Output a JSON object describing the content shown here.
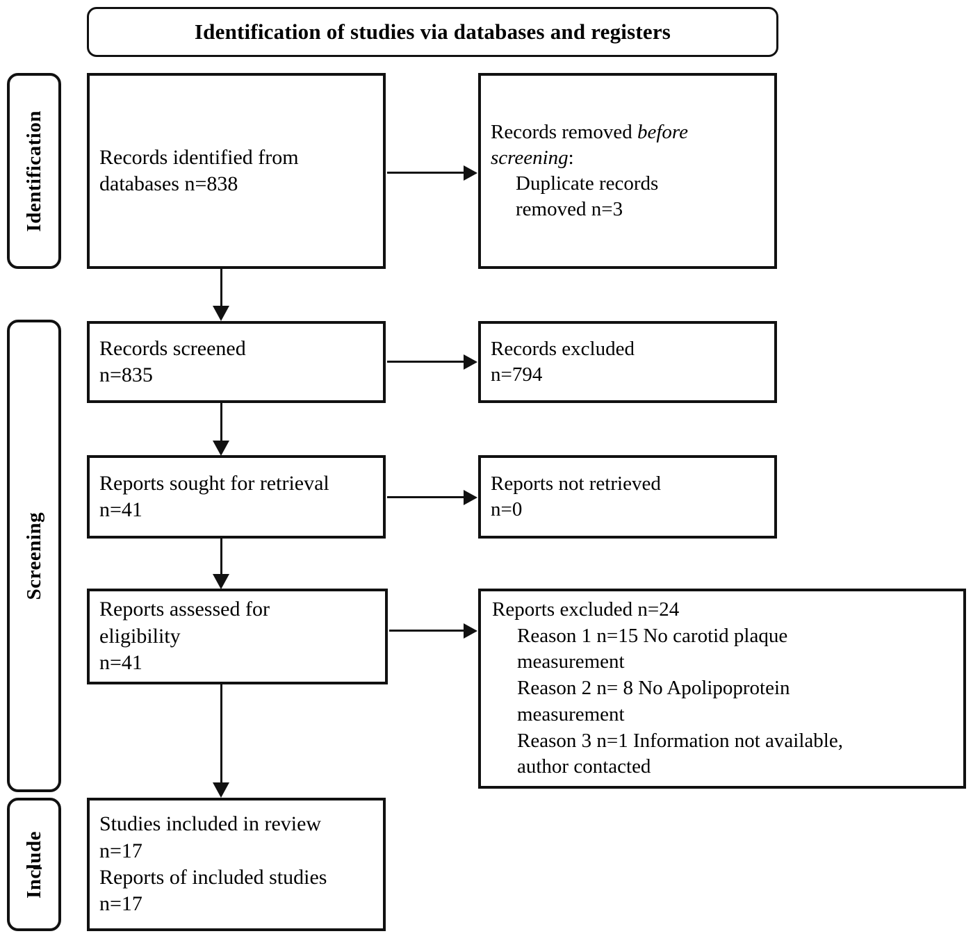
{
  "banner": {
    "title": "Identification of studies via databases and registers"
  },
  "rails": [
    {
      "id": "identification",
      "label": "Identification"
    },
    {
      "id": "screening",
      "label": "Screening"
    },
    {
      "id": "include",
      "label": "Include"
    }
  ],
  "boxes": {
    "identified": {
      "line1": "Records identified from",
      "line2": "databases n=838"
    },
    "removed": {
      "line1_prefix": "Records removed ",
      "line1_italic": "before",
      "line2_italic": "screening",
      "line2_suffix": ":",
      "line3": "Duplicate records",
      "line4": "removed n=3"
    },
    "screened": {
      "line1": "Records screened",
      "line2": "n=835"
    },
    "excluded_records": {
      "line1": "Records excluded",
      "line2": "n=794"
    },
    "sought": {
      "line1": "Reports sought for retrieval",
      "line2": "n=41"
    },
    "not_retrieved": {
      "line1": "Reports not retrieved",
      "line2": "n=0"
    },
    "assessed": {
      "line1": "Reports assessed for",
      "line2": "eligibility",
      "line3": "n=41"
    },
    "excluded_reports": {
      "heading": "Reports excluded n=24",
      "reason1": "Reason 1 n=15 No carotid plaque\nmeasurement",
      "reason2": "Reason 2 n= 8 No Apolipoprotein\nmeasurement",
      "reason3": "Reason 3 n=1 Information not available,\nauthor contacted"
    },
    "included": {
      "line1": "Studies included in review",
      "line2": "n=17",
      "line3": "Reports of included studies",
      "line4": "n=17"
    }
  },
  "colors": {
    "stroke": "#111111",
    "background": "#ffffff",
    "text": "#000000"
  }
}
